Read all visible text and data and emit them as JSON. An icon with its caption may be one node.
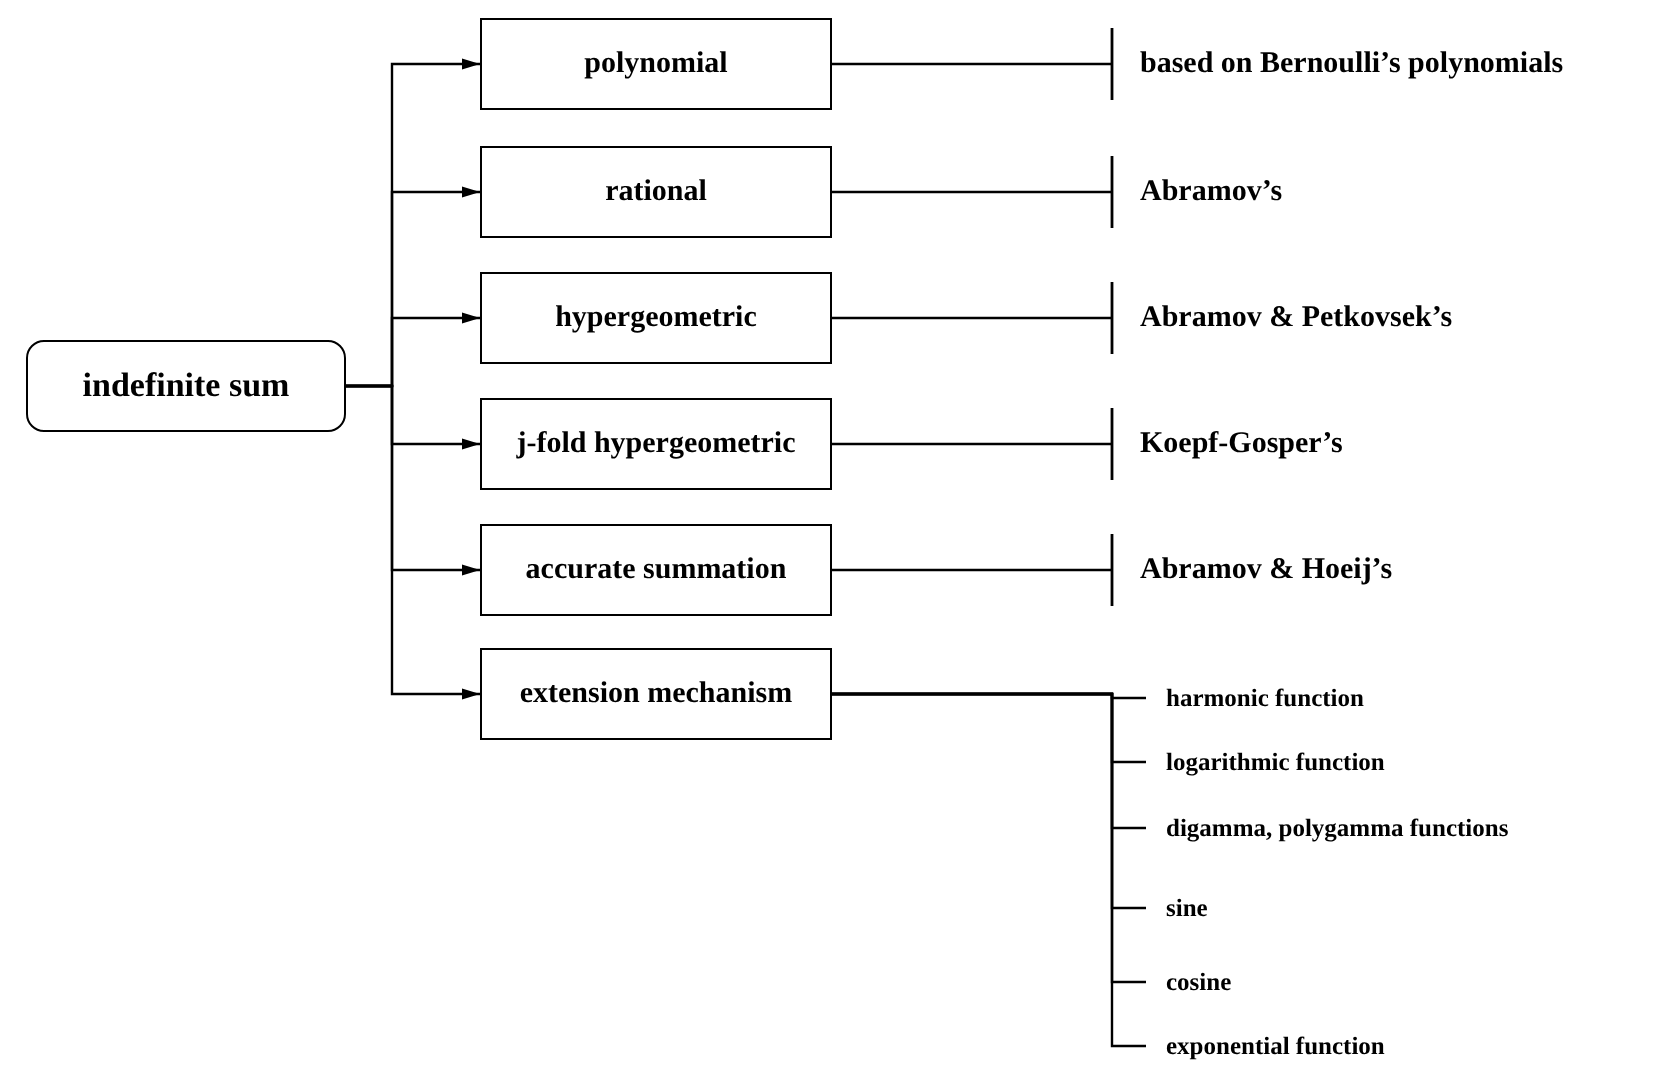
{
  "diagram": {
    "nodes": [
      {
        "text": [
          "indefinite sum"
        ]
      },
      {
        "text": [
          "polynomial"
        ]
      },
      {
        "text": [
          "rational"
        ]
      },
      {
        "text": [
          "hypergeometric"
        ]
      },
      {
        "text": [
          "j-fold hypergeometric"
        ]
      },
      {
        "text": [
          "accurate summation"
        ]
      },
      {
        "text": [
          "extension mechanism"
        ]
      },
      {
        "text": [
          "based on Bernoulli’s polynomials"
        ]
      },
      {
        "text": [
          "Abramov’s"
        ]
      },
      {
        "text": [
          "Abramov & Petkovsek’s"
        ]
      },
      {
        "text": [
          "Koepf-Gosper’s"
        ]
      },
      {
        "text": [
          "Abramov & Hoeij’s"
        ]
      },
      {
        "text": [
          "harmonic function"
        ]
      },
      {
        "text": [
          "logarithmic function"
        ]
      },
      {
        "text": [
          "digamma, polygamma functions"
        ]
      },
      {
        "text": [
          "sine"
        ]
      },
      {
        "text": [
          "cosine"
        ]
      },
      {
        "text": [
          "exponential function"
        ]
      }
    ],
    "edges": [
      {
        "from": 0,
        "to": 1,
        "arrow": "to"
      },
      {
        "from": 0,
        "to": 2,
        "arrow": "to"
      },
      {
        "from": 0,
        "to": 3,
        "arrow": "to"
      },
      {
        "from": 0,
        "to": 4,
        "arrow": "to"
      },
      {
        "from": 0,
        "to": 5,
        "arrow": "to"
      },
      {
        "from": 0,
        "to": 6,
        "arrow": "to"
      },
      {
        "from": 1,
        "to": 7,
        "arrow": "other"
      },
      {
        "from": 2,
        "to": 8,
        "arrow": "other"
      },
      {
        "from": 3,
        "to": 9,
        "arrow": "other"
      },
      {
        "from": 4,
        "to": 10,
        "arrow": "other"
      },
      {
        "from": 5,
        "to": 11,
        "arrow": "other"
      },
      {
        "from": 6,
        "to": 12,
        "arrow": "none"
      },
      {
        "from": 6,
        "to": 13,
        "arrow": "none"
      },
      {
        "from": 6,
        "to": 14,
        "arrow": "none"
      },
      {
        "from": 6,
        "to": 15,
        "arrow": "none"
      },
      {
        "from": 6,
        "to": 16,
        "arrow": "none"
      },
      {
        "from": 6,
        "to": 17,
        "arrow": "none"
      }
    ]
  }
}
